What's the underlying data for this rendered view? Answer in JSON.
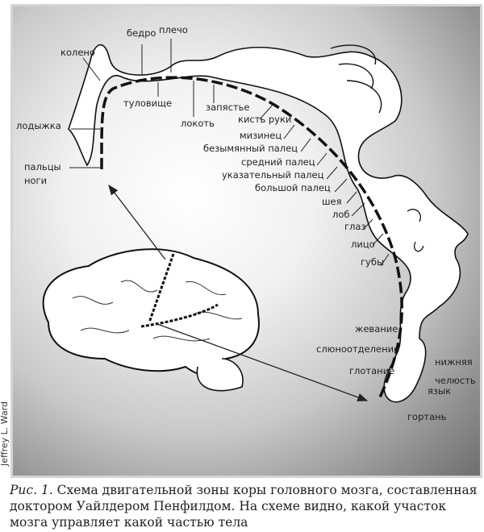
{
  "labels": {
    "thigh": "бедро",
    "shoulder": "плечо",
    "knee": "колено",
    "trunk": "туловище",
    "wrist": "запястье",
    "elbow": "локоть",
    "hand": "кисть руки",
    "little_finger": "мизинец",
    "ring_finger": "безымянный палец",
    "middle_finger": "средний палец",
    "index_finger": "указательный палец",
    "thumb": "большой палец",
    "neck": "шея",
    "forehead": "лоб",
    "eye": "глаз",
    "face": "лицо",
    "lips": "губы",
    "chewing": "жевание",
    "salivation": "слюноотделение",
    "swallowing": "глотание",
    "lower_jaw_1": "нижняя",
    "lower_jaw_2": "челюсть",
    "tongue": "язык",
    "larynx": "гортань",
    "ankle": "лодыжка",
    "toes_1": "пальцы",
    "toes_2": "ноги"
  },
  "credit": "Jeffrey L. Ward",
  "caption": {
    "prefix": "Рис. 1.",
    "text": " Схема двигательной зоны коры головного мозга, составленная доктором Уайлдером Пенфилдом. На схеме видно, какой участок мозга управляет какой частью тела"
  }
}
